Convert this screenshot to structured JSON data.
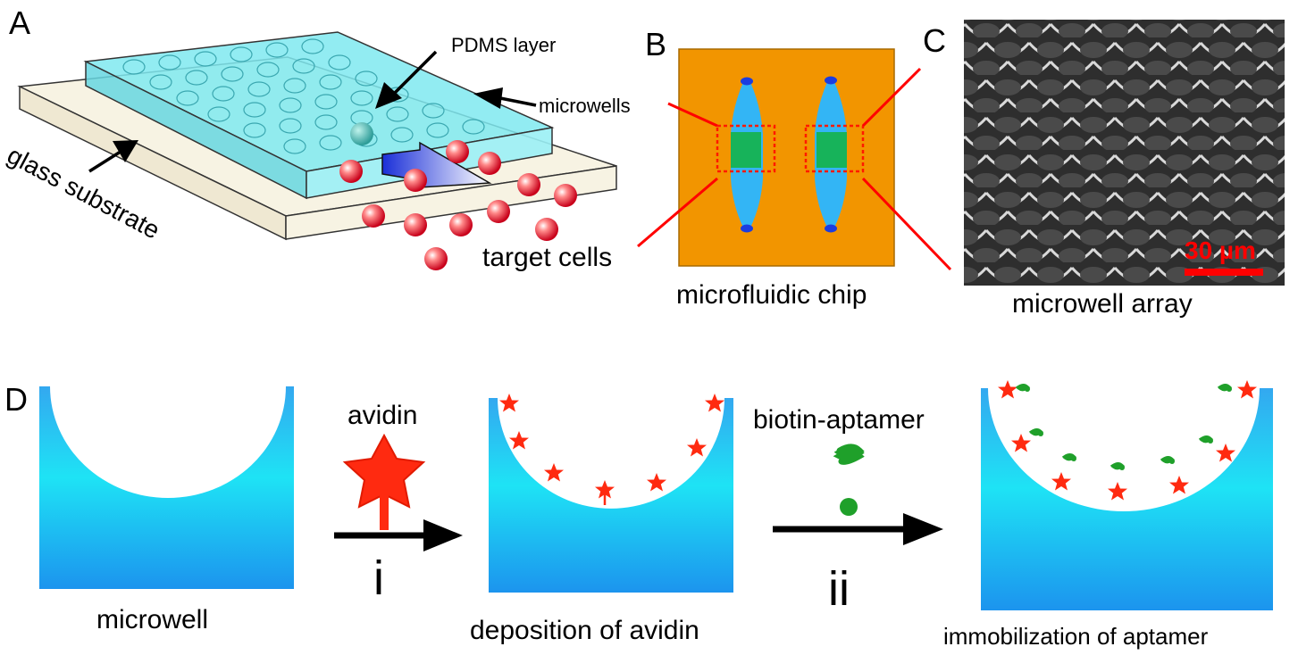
{
  "panels": {
    "a": {
      "letter": "A",
      "pdms_label": "PDMS layer",
      "microwells_label": "microwells",
      "glass_label": "glass substrate",
      "cells_label": "target cells"
    },
    "b": {
      "letter": "B",
      "caption": "microfluidic chip"
    },
    "c": {
      "letter": "C",
      "caption": "microwell array",
      "scale_label": "30 µm"
    },
    "d": {
      "letter": "D",
      "step0_caption": "microwell",
      "reagent1": "avidin",
      "arrow1_label": "i",
      "step1_caption": "deposition of avidin",
      "reagent2": "biotin-aptamer",
      "arrow2_label": "ii",
      "step2_caption": "immobilization of aptamer"
    }
  },
  "colors": {
    "cyan_layer": "#7fe9f0",
    "glass": "#f7f3e3",
    "chip_orange": "#f29500",
    "channel_blue": "#33b5f5",
    "well_blue": "#18aef2",
    "avidin_red": "#ff2a10",
    "aptamer_green": "#1fa02a",
    "scale_red": "#ff0000"
  },
  "icons": [
    "star-icon",
    "aptamer-coil-icon",
    "cell-sphere-icon",
    "flow-arrow-icon"
  ]
}
